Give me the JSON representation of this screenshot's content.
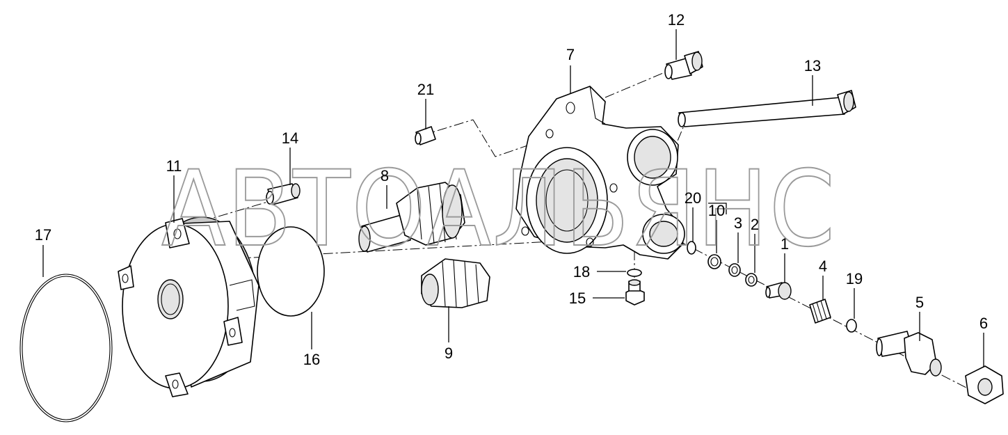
{
  "watermark": "АВТОАЛЬЯНС",
  "labels": {
    "p1": "1",
    "p2": "2",
    "p3": "3",
    "p4": "4",
    "p5": "5",
    "p6": "6",
    "p7": "7",
    "p8": "8",
    "p9": "9",
    "p10": "10",
    "p11": "11",
    "p12": "12",
    "p13": "13",
    "p14": "14",
    "p15": "15",
    "p16": "16",
    "p17": "17",
    "p18": "18",
    "p19": "19",
    "p20": "20",
    "p21": "21"
  }
}
